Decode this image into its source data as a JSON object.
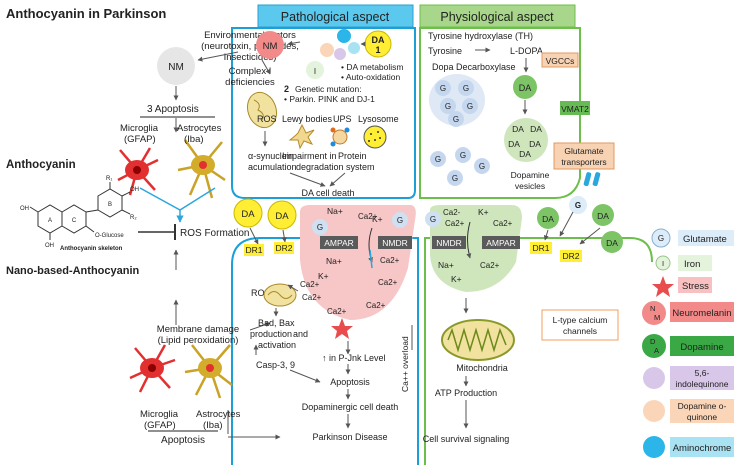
{
  "title": "Anthocyanin in Parkinson",
  "headers": {
    "pathological": "Pathological aspect",
    "physiological": "Physiological aspect"
  },
  "left": {
    "env_factors": [
      "Environmental factors",
      "(neurotoxin, pesticides,",
      "Insecticides)",
      "Complex I",
      "deficiencies"
    ],
    "nm": "NM",
    "apoptosis_3": "3  Apoptosis",
    "microglia": [
      "Microglia",
      "(GFAP)"
    ],
    "astrocytes": [
      "Astrocytes",
      "(Iba)"
    ],
    "anthocyanin": "Anthocyanin",
    "nano": "Nano-based-Anthocyanin",
    "skeleton_label": "Anthocyanin skeleton",
    "glucose": "O-Glucose",
    "rings": [
      "A",
      "C",
      "B"
    ],
    "r1": "R₁",
    "r2": "R₂",
    "oh": "OH",
    "ros_formation": "ROS Formation",
    "membrane_damage": [
      "Membrane damage",
      "(Lipid peroxidation)"
    ],
    "microglia2": [
      "Microglia",
      "(GFAP)"
    ],
    "astrocytes2": [
      "Astrocytes",
      "(Iba)"
    ],
    "apoptosis_bottom": "Apoptosis"
  },
  "patho_top": {
    "nm": "NM",
    "da1": [
      "DA",
      "1"
    ],
    "i": "I",
    "bullets": [
      "• DA metabolism",
      "• Auto-oxidation"
    ],
    "num2": "2",
    "genetic": [
      "Genetic mutation:",
      "• Parkin. PINK and DJ-1"
    ],
    "ros": "ROS",
    "lewy": "Lewy bodies",
    "ups": "UPS",
    "lysosome": "Lysosome",
    "alpha": [
      "α-synuclein",
      "acumulation"
    ],
    "impair": [
      "Impairment in",
      "degradation system"
    ],
    "protein": "Protein",
    "da_death": "DA cell death"
  },
  "physio_top": {
    "th": "Tyrosine hydroxylase (TH)",
    "tyrosine": "Tyrosine",
    "ldopa": "L-DOPA",
    "ddc": "Dopa Decarboxylase",
    "g": "G",
    "da": "DA",
    "vgcc": "VGCCs",
    "vmat2": "VMAT2",
    "glut_trans": [
      "Glutamate",
      "transporters"
    ],
    "vesicles": [
      "Dopamine",
      "vesicles"
    ]
  },
  "synapse": {
    "da": "DA",
    "g": "G",
    "dr1": "DR1",
    "dr2": "DR2",
    "na": "Na+",
    "ca": "Ca2+",
    "k": "K+",
    "ca_dash": "Ca2-",
    "ampar": "AMPAR",
    "nmdr": "NMDR"
  },
  "patho_bottom": {
    "ros": "ROS",
    "bad_bax": [
      "Bad, Bax",
      "production",
      "and",
      "activation"
    ],
    "casp": "Casp-3, 9",
    "pjnk": "↑ in P-Jnk Level",
    "apoptosis": "Apoptosis",
    "dopa_death": "Dopaminergic cell death",
    "parkinson": "Parkinson Disease",
    "overload": "Ca++ overload",
    "ca": "Ca2+"
  },
  "physio_bottom": {
    "mito": "Mitochondria",
    "atp": "ATP  Production",
    "survival": "Cell survival signaling",
    "ltype": [
      "L-type calcium",
      "channels"
    ]
  },
  "legend": {
    "glutamate": "Glutamate",
    "iron": "Iron",
    "stress": "Stress",
    "neuromelanin": "Neuromelanin",
    "dopamine": "Dopamine",
    "indolequinone": [
      "5,6-",
      "indolequinone"
    ],
    "quinone": [
      "Dopamine o-",
      "quinone"
    ],
    "aminochrome": "Aminochrome",
    "g": "G",
    "i": "I",
    "nm": [
      "N",
      "M"
    ],
    "da": [
      "D",
      "A"
    ]
  },
  "colors": {
    "header_blue": "#5bc8ee",
    "header_green": "#a8d68a",
    "membrane_blue": "#1a9fd6",
    "membrane_green": "#6cbf4a",
    "pink": "#f7c6c6",
    "green_cell": "#cfe6bd",
    "label_green": "#66bb55",
    "label_orange": "#f8d3b3",
    "yellow": "#ffee33",
    "red": "#e84c4c",
    "neuromelanin_bg": "#f28a8a",
    "dopamine_bg": "#39a845",
    "indolequinone_bg": "#d8c7e8",
    "quinone_bg": "#fbd5b8",
    "aminochrome_bg": "#a8e2f3",
    "glutamate_bg": "#dcecf8",
    "iron_bg": "#e4f3dc",
    "stress_bg": "#f8c0c0"
  }
}
